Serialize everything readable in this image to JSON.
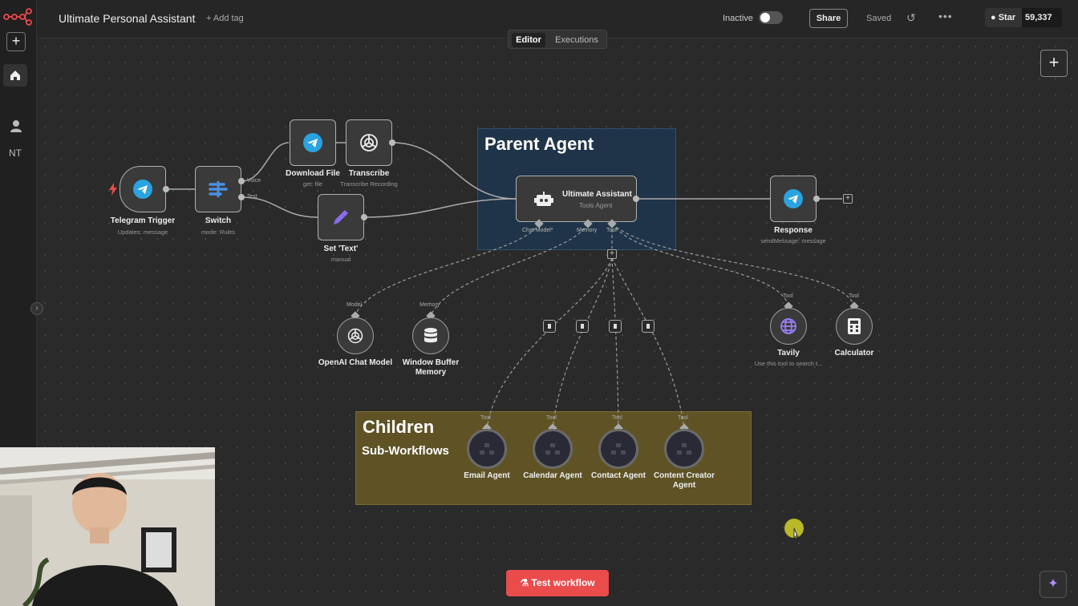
{
  "app": {
    "brand_color": "#ea4b4b",
    "nav_initials": "NT"
  },
  "header": {
    "title": "Ultimate Personal Assistant",
    "add_tag": "+ Add tag",
    "status_label": "Inactive",
    "share": "Share",
    "saved": "Saved",
    "github_star": "Star",
    "github_count": "59,337"
  },
  "tabs": [
    {
      "label": "Editor",
      "active": true
    },
    {
      "label": "Executions",
      "active": false
    }
  ],
  "stickies": {
    "parent": {
      "title": "Parent Agent"
    },
    "children": {
      "title": "Children",
      "subtitle": "Sub-Workflows"
    }
  },
  "nodes": {
    "telegram_trigger": {
      "label": "Telegram Trigger",
      "sub": "Updates: message",
      "icon": "telegram-icon"
    },
    "switch": {
      "label": "Switch",
      "sub": "mode: Rules",
      "outputs": [
        "Voice",
        "Text"
      ],
      "icon": "switch-icon"
    },
    "download_file": {
      "label": "Download File",
      "sub": "get: file",
      "icon": "telegram-icon"
    },
    "transcribe": {
      "label": "Transcribe",
      "sub": "Transcribe Recording",
      "icon": "openai-icon"
    },
    "set_text": {
      "label": "Set 'Text'",
      "sub": "manual",
      "icon": "pencil-icon"
    },
    "ultimate_assistant": {
      "label": "Ultimate Assistant",
      "sub": "Tools Agent",
      "ports": [
        "Chat Model*",
        "Memory",
        "Tool"
      ],
      "icon": "robot-icon"
    },
    "response": {
      "label": "Response",
      "sub": "sendMessage: message",
      "icon": "telegram-icon"
    },
    "openai_chat_model": {
      "label": "OpenAI Chat Model",
      "port": "Model",
      "icon": "openai-icon"
    },
    "window_buffer_memory": {
      "label": "Window Buffer",
      "label2": "Memory",
      "port": "Memory",
      "icon": "database-icon"
    },
    "tavily": {
      "label": "Tavily",
      "sub": "Use this tool to search t...",
      "port": "Tool",
      "icon": "globe-icon"
    },
    "calculator": {
      "label": "Calculator",
      "port": "Tool",
      "icon": "calculator-icon"
    },
    "email_agent": {
      "label": "Email Agent",
      "port": "Tool"
    },
    "calendar_agent": {
      "label": "Calendar Agent",
      "port": "Tool"
    },
    "contact_agent": {
      "label": "Contact Agent",
      "port": "Tool"
    },
    "content_creator_agent": {
      "label": "Content Creator",
      "label2": "Agent",
      "port": "Tool"
    }
  },
  "test_workflow": "Test workflow"
}
